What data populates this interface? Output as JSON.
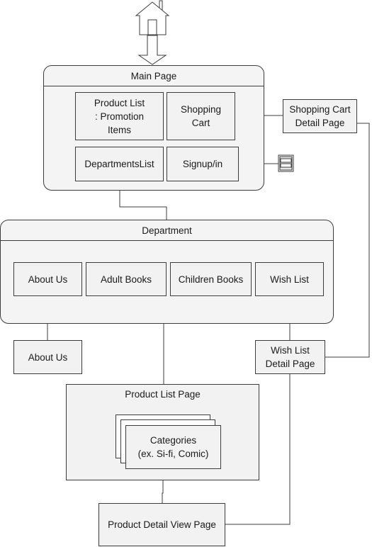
{
  "main_page": {
    "title": "Main Page",
    "product_list": "Product List\n: Promotion\nItems",
    "shopping_cart": "Shopping\nCart",
    "departments_list": "DepartmentsList",
    "signup": "Signup/in"
  },
  "shopping_cart_detail": "Shopping Cart\nDetail Page",
  "department": {
    "title": "Department",
    "about_us": "About Us",
    "adult_books": "Adult Books",
    "children_books": "Children Books",
    "wish_list": "Wish List"
  },
  "about_us_page": "About Us",
  "wish_list_detail": "Wish List\nDetail Page",
  "product_list_page": {
    "title": "Product List Page",
    "categories": "Categories\n(ex. Si-fi, Comic)"
  },
  "product_detail": "Product Detail View Page",
  "icons": {
    "home": "house-icon",
    "arrow": "down-arrow-icon",
    "form": "form-icon"
  }
}
